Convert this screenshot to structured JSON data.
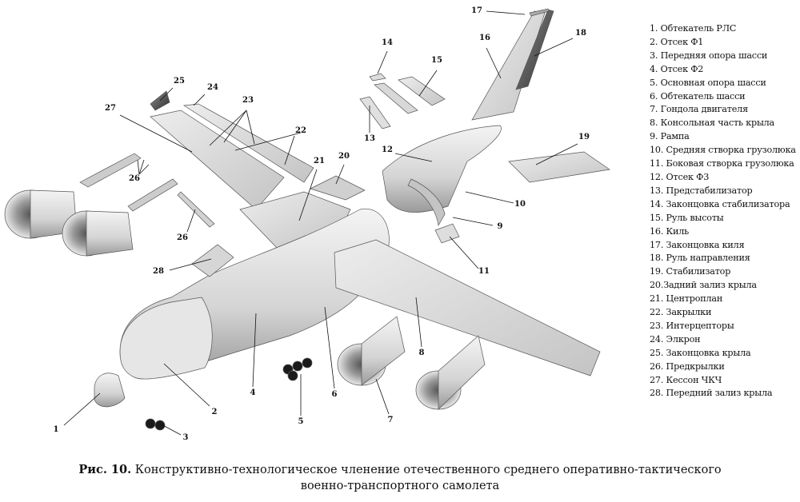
{
  "callouts": [
    "1",
    "2",
    "3",
    "4",
    "5",
    "6",
    "7",
    "8",
    "9",
    "10",
    "11",
    "12",
    "13",
    "14",
    "15",
    "16",
    "17",
    "18",
    "19",
    "20",
    "21",
    "22",
    "23",
    "24",
    "25",
    "26",
    "26",
    "27",
    "28"
  ],
  "legend": [
    "1. Обтекатель РЛС",
    "2. Отсек Ф1",
    "3. Передняя опора шасси",
    "4. Отсек Ф2",
    "5. Основная опора шасси",
    "6. Обтекатель шасси",
    "7. Гондола двигателя",
    "8. Консольная часть крыла",
    "9. Рампа",
    "10. Средняя створка грузолюка",
    "11. Боковая створка грузолюка",
    "12. Отсек Ф3",
    "13. Предстабилизатор",
    "14. Законцовка стабилизатора",
    "15. Руль высоты",
    "16. Киль",
    "17. Законцовка киля",
    "18. Руль направления",
    "19. Стабилизатор",
    "20.Задний зализ крыла",
    "21. Центроплан",
    "22. Закрылки",
    "23. Интерцепторы",
    "24. Элкрон",
    "25. Законцовка крыла",
    "26. Предкрылки",
    "27. Кессон ЧКЧ",
    "28. Передний зализ крыла"
  ],
  "caption": {
    "label": "Рис. 10.",
    "line1": "Конструктивно-технологическое членение отечественного среднего оперативно-тактического",
    "line2": "военно-транспортного самолета"
  }
}
